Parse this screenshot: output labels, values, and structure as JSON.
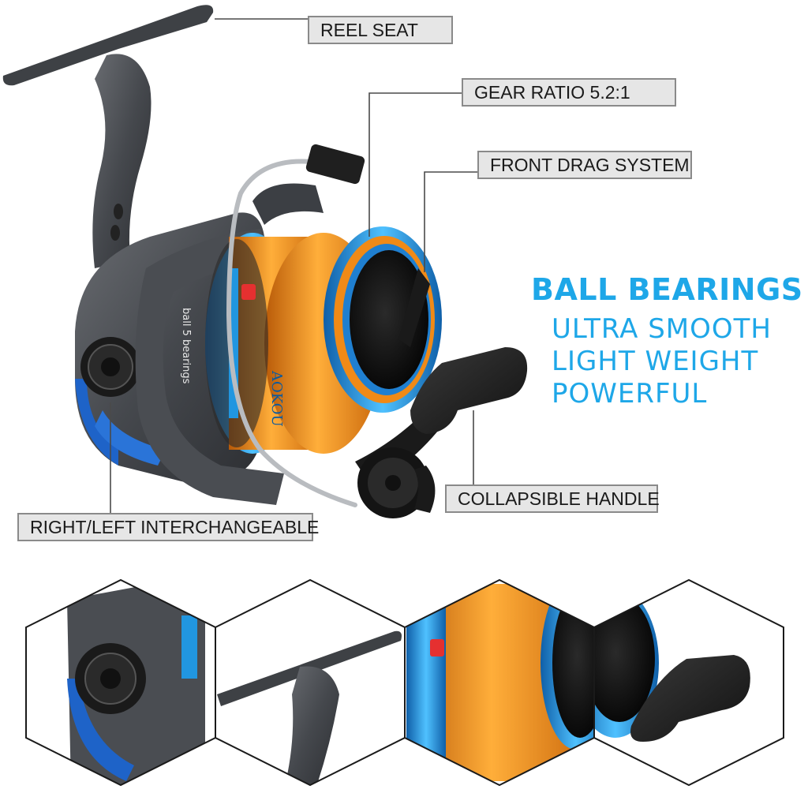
{
  "callouts": {
    "reel_seat": "REEL SEAT",
    "gear_ratio": "GEAR RATIO 5.2:1",
    "front_drag": "FRONT DRAG SYSTEM",
    "collapsible_handle": "COLLAPSIBLE HANDLE",
    "interchangeable": "RIGHT/LEFT INTERCHANGEABLE"
  },
  "features": {
    "headline": "BALL BEARINGS",
    "lines": [
      "ULTRA SMOOTH",
      "LIGHT WEIGHT",
      "POWERFUL"
    ]
  },
  "reel_markings": {
    "body_label": "ball 5 bearings",
    "brand": "AOKOU"
  },
  "colors": {
    "accent_blue": "#1ea7e8",
    "spool_orange": "#f08a17",
    "spool_blue": "#2a8fd6",
    "body_gray": "#4a4d52",
    "callout_bg": "#e6e6e6"
  },
  "detail_views": [
    {
      "subject": "drag-knob-closeup"
    },
    {
      "subject": "reel-seat-closeup"
    },
    {
      "subject": "spool-closeup"
    },
    {
      "subject": "handle-closeup"
    }
  ]
}
